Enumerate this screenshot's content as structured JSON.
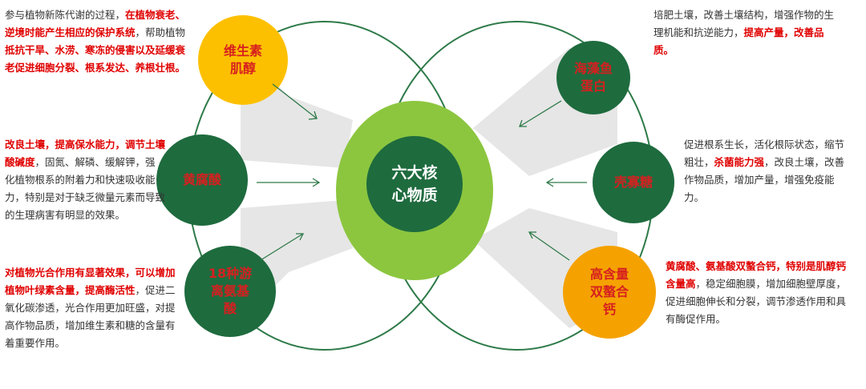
{
  "colors": {
    "dark_green": "#1e6b3e",
    "light_green": "#8cc63f",
    "yellow": "#fdc000",
    "orange": "#f5a200",
    "red_text": "#e00000",
    "red_label": "#d62020",
    "beam_gray": "#e6e6e6"
  },
  "center": {
    "label": "六大核\n心物质"
  },
  "nodes": [
    {
      "id": "vitamin",
      "label": "维生素\n肌醇",
      "icon": "yellow-circle"
    },
    {
      "id": "humic_left",
      "label": "黄腐酸",
      "icon": "green-circle"
    },
    {
      "id": "amino",
      "label": "18种游\n离氨基\n酸",
      "icon": "green-circle"
    },
    {
      "id": "seaweed",
      "label": "海藻鱼\n蛋白",
      "icon": "green-circle"
    },
    {
      "id": "chitosan",
      "label": "壳寡糖",
      "icon": "green-circle"
    },
    {
      "id": "calcium",
      "label": "高含量\n双螯合\n钙",
      "icon": "orange-circle"
    }
  ],
  "texts": {
    "vitamin_desc": [
      {
        "t": "参与植物新陈代谢的过程，"
      },
      {
        "t": "在植物衰老、逆境时能产生相应的保护系统",
        "hl": true
      },
      {
        "t": "，帮助植物"
      },
      {
        "t": "抵抗干旱、水涝、寒冻的侵害以及延缓衰老促进细胞分裂、根系发达、养根壮根。",
        "hl": true
      }
    ],
    "humic_desc": [
      {
        "t": "改良土壤，提高保水能力，调节土壤酸碱度",
        "hl": true
      },
      {
        "t": "，固氮、解磷、缓解钾，强化植物根系的附着力和快速吸收能力，特别是对于缺乏微量元素而导致的生理病害有明显的效果。"
      }
    ],
    "amino_desc": [
      {
        "t": "对植物光合作用有显著效果，可以增加植物叶绿素含量，提高酶活性",
        "hl": true
      },
      {
        "t": "，促进二氧化碳渗透，光合作用更加旺盛，对提高作物品质，增加维生素和糖的含量有着重要作用。"
      }
    ],
    "seaweed_desc": [
      {
        "t": "培肥土壤，改善土壤结构，增强作物的生理机能和抗逆能力，"
      },
      {
        "t": "提高产量，改善品质。",
        "hl": true
      }
    ],
    "chitosan_desc": [
      {
        "t": "促进根系生长，活化根际状态，缩节粗壮，"
      },
      {
        "t": "杀菌能力强",
        "hl": true
      },
      {
        "t": "，改良土壤，改善作物品质，增加产量，增强免疫能力。"
      }
    ],
    "calcium_desc": [
      {
        "t": "黄腐酸、氨基酸双螯合钙，特别是肌醇钙含量高",
        "hl": true
      },
      {
        "t": "，稳定细胞膜，增加细胞壁厚度，促进细胞伸长和分裂，调节渗透作用和具有酶促作用。"
      }
    ]
  }
}
